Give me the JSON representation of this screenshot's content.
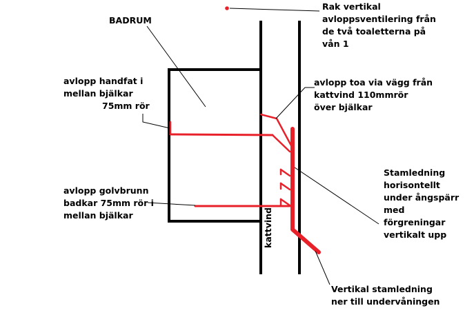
{
  "labels": {
    "badrum": "BADRUM",
    "rak_vertikal": "Rak vertikal\navloppsventilering från\nde två toaletterna på\nvån 1",
    "handfat_line1": "avlopp handfat i\nmellan bjälkar",
    "handfat_line2": "75mm rör",
    "toa": "avlopp toa via vägg från\nkattvind 110mmrör\növer bjälkar",
    "golvbrunn": "avlopp golvbrunn\nbadkar 75mm rör i\nmellan bjälkar",
    "stamledning": "Stamledning\nhorisontellt\nunder ångspärr\nmed\nförgreningar\nvertikalt upp",
    "kattvind": "kattvind",
    "vertikal_stam": "Vertikal stamledning\nner till undervåningen"
  },
  "colors": {
    "pipe": "#e8202a",
    "wall": "#000000",
    "leader": "#000000"
  }
}
